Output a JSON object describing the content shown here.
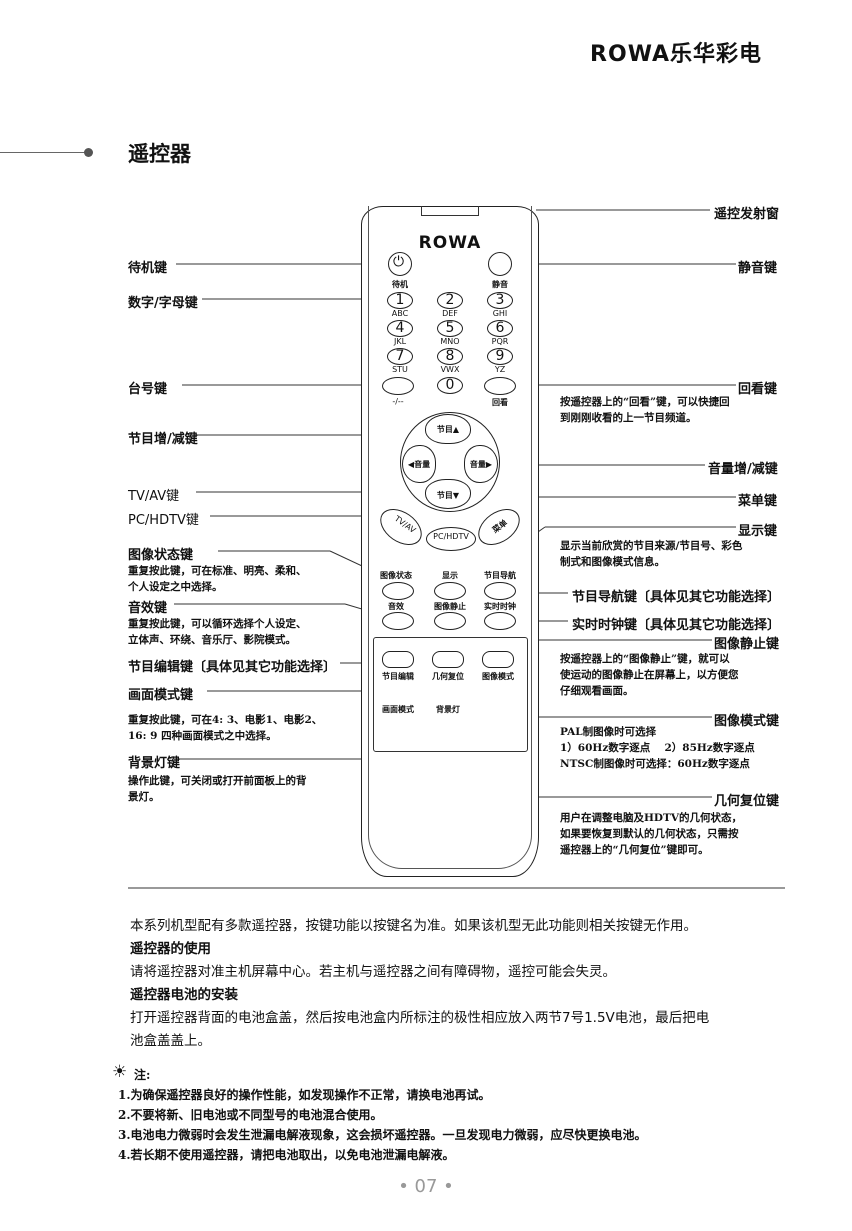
{
  "header": {
    "brand": "ROWA乐华彩电"
  },
  "section": {
    "title": "遥控器"
  },
  "remote": {
    "logo": "ROWA",
    "standby_label": "待机",
    "mute_label": "静音",
    "digits": [
      {
        "num": "1",
        "letters": "ABC"
      },
      {
        "num": "2",
        "letters": "DEF"
      },
      {
        "num": "3",
        "letters": "GHI"
      },
      {
        "num": "4",
        "letters": "JKL"
      },
      {
        "num": "5",
        "letters": "MNO"
      },
      {
        "num": "6",
        "letters": "PQR"
      },
      {
        "num": "7",
        "letters": "STU"
      },
      {
        "num": "8",
        "letters": "VWX"
      },
      {
        "num": "9",
        "letters": "YZ"
      }
    ],
    "zero": "0",
    "dash_label": "-/--",
    "recall_label": "回看",
    "ch_up": "节目▲",
    "ch_down": "节目▼",
    "vol_down": "◀音量",
    "vol_up": "音量▶",
    "tvav": "TV/AV",
    "pchdtv": "PC/HDTV",
    "menu": "菜单",
    "row1": [
      "图像状态",
      "显示",
      "节目导航"
    ],
    "row2": [
      "音效",
      "图像静止",
      "实时时钟"
    ],
    "row3": [
      "节目编辑",
      "几何复位",
      "图像模式"
    ],
    "row4": [
      "画面模式",
      "背景灯"
    ]
  },
  "left_labels": {
    "standby": "待机键",
    "digits": "数字/字母键",
    "dash": "台号键",
    "channel": "节目增/减键",
    "tvav": "TV/AV键",
    "pchdtv": "PC/HDTV键",
    "picture_state": "图像状态键",
    "picture_state_desc": [
      "重复按此键，可在标准、明亮、柔和、",
      "个人设定之中选择。"
    ],
    "sound": "音效键",
    "sound_desc": [
      "重复按此键，可以循环选择个人设定、",
      "立体声、环绕、音乐厅、影院模式。"
    ],
    "program_edit": "节目编辑键〔具体见其它功能选择〕",
    "screen_mode": "画面模式键",
    "screen_mode_desc": [
      "重复按此键，可在4: 3、电影1、电影2、",
      "16: 9 四种画面模式之中选择。"
    ],
    "backlight": "背景灯键",
    "backlight_desc": [
      "操作此键，可关闭或打开前面板上的背",
      "景灯。"
    ]
  },
  "right_labels": {
    "ir_window": "遥控发射窗",
    "mute": "静音键",
    "recall": "回看键",
    "recall_desc": [
      "按遥控器上的“回看”键，可以快捷回",
      "到刚刚收看的上一节目频道。"
    ],
    "volume": "音量增/减键",
    "menu": "菜单键",
    "display": "显示键",
    "display_desc": [
      "显示当前欣赏的节目来源/节目号、彩色",
      "制式和图像模式信息。"
    ],
    "navigation": "节目导航键〔具体见其它功能选择〕",
    "clock": "实时时钟键〔具体见其它功能选择〕",
    "freeze": "图像静止键",
    "freeze_desc": [
      "按遥控器上的“图像静止”键，就可以",
      "使运动的图像静止在屏幕上，以方便您",
      "仔细观看画面。"
    ],
    "picture_mode": "图像模式键",
    "picture_mode_desc": [
      "PAL制图像时可选择",
      "1）60Hz数字逐点　 2）85Hz数字逐点",
      "NTSC制图像时可选择：60Hz数字逐点"
    ],
    "geometry": "几何复位键",
    "geometry_desc": [
      "用户在调整电脑及HDTV的几何状态，",
      "如果要恢复到默认的几何状态，只需按",
      "遥控器上的“几何复位”键即可。"
    ]
  },
  "body_text": [
    "本系列机型配有多款遥控器，按键功能以按键名为准。如果该机型无此功能则相关按键无作用。",
    "遥控器的使用",
    "请将遥控器对准主机屏幕中心。若主机与遥控器之间有障碍物，遥控可能会失灵。",
    "遥控器电池的安装",
    "打开遥控器背面的电池盒盖，然后按电池盒内所标注的极性相应放入两节7号1.5V电池，最后把电",
    "池盒盖盖上。"
  ],
  "notes": {
    "heading": "注:",
    "items": [
      "1.为确保遥控器良好的操作性能，如发现操作不正常，请换电池再试。",
      "2.不要将新、旧电池或不同型号的电池混合使用。",
      "3.电池电力微弱时会发生泄漏电解液现象，这会损坏遥控器。一旦发现电力微弱，应尽快更换电池。",
      "4.若长期不使用遥控器，请把电池取出，以免电池泄漏电解液。"
    ]
  },
  "page_number": "• 07 •"
}
